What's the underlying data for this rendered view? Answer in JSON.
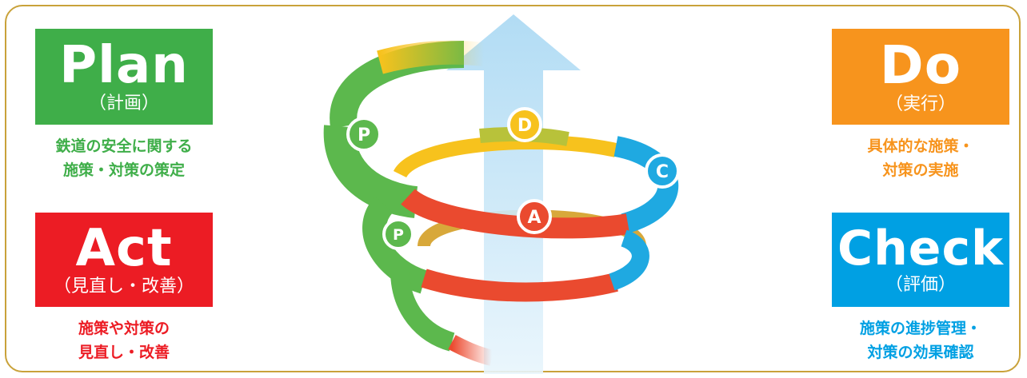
{
  "plan": {
    "title": "Plan",
    "subtitle": "（計画）",
    "desc_line1": "鉄道の安全に関する",
    "desc_line2": "施策・対策の策定"
  },
  "do": {
    "title": "Do",
    "subtitle": "（実行）",
    "desc_line1": "具体的な施策・",
    "desc_line2": "対策の実施"
  },
  "act": {
    "title": "Act",
    "subtitle": "（見直し・改善）",
    "desc_line1": "施策や対策の",
    "desc_line2": "見直し・改善"
  },
  "check": {
    "title": "Check",
    "subtitle": "（評価）",
    "desc_line1": "施策の進捗管理・",
    "desc_line2": "対策の効果確認"
  },
  "spiral": {
    "labels": {
      "p_upper": "P",
      "d": "D",
      "c": "C",
      "a": "A",
      "p_lower": "P"
    }
  },
  "colors": {
    "plan": "#3fae49",
    "do": "#f7941d",
    "act": "#ec1c24",
    "check": "#00a0e3",
    "frame": "#c9a23a",
    "arrow": "#cfe9f7"
  }
}
